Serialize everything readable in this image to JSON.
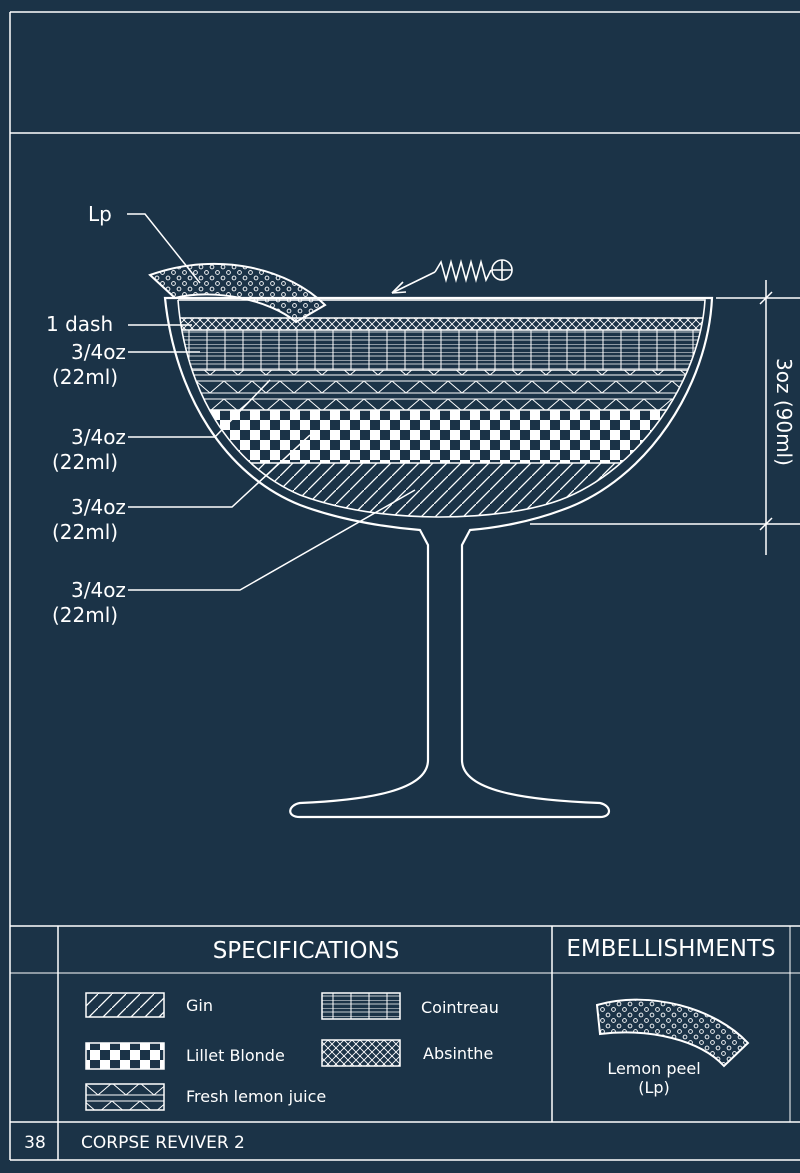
{
  "annotations": {
    "garnish_label": "Lp",
    "dash_label": "1 dash",
    "measure_1": "3/4oz",
    "measure_1_ml": "(22ml)",
    "measure_2": "3/4oz",
    "measure_2_ml": "(22ml)",
    "measure_3": "3/4oz",
    "measure_3_ml": "(22ml)",
    "measure_4": "3/4oz",
    "measure_4_ml": "(22ml)",
    "total_volume": "3oz (90ml)"
  },
  "specifications": {
    "heading": "SPECIFICATIONS",
    "items": [
      {
        "name": "Gin",
        "pattern": "diagonal-hatch"
      },
      {
        "name": "Cointreau",
        "pattern": "grid"
      },
      {
        "name": "Lillet Blonde",
        "pattern": "checkerboard"
      },
      {
        "name": "Absinthe",
        "pattern": "crosshatch"
      },
      {
        "name": "Fresh lemon juice",
        "pattern": "triangles"
      }
    ]
  },
  "embellishments": {
    "heading": "EMBELLISHMENTS",
    "item_name": "Lemon peel",
    "item_abbr": "(Lp)"
  },
  "footer": {
    "page_number": "38",
    "title": "CORPSE REVIVER 2"
  },
  "colors": {
    "background": "#1b3347",
    "line": "#ffffff"
  }
}
